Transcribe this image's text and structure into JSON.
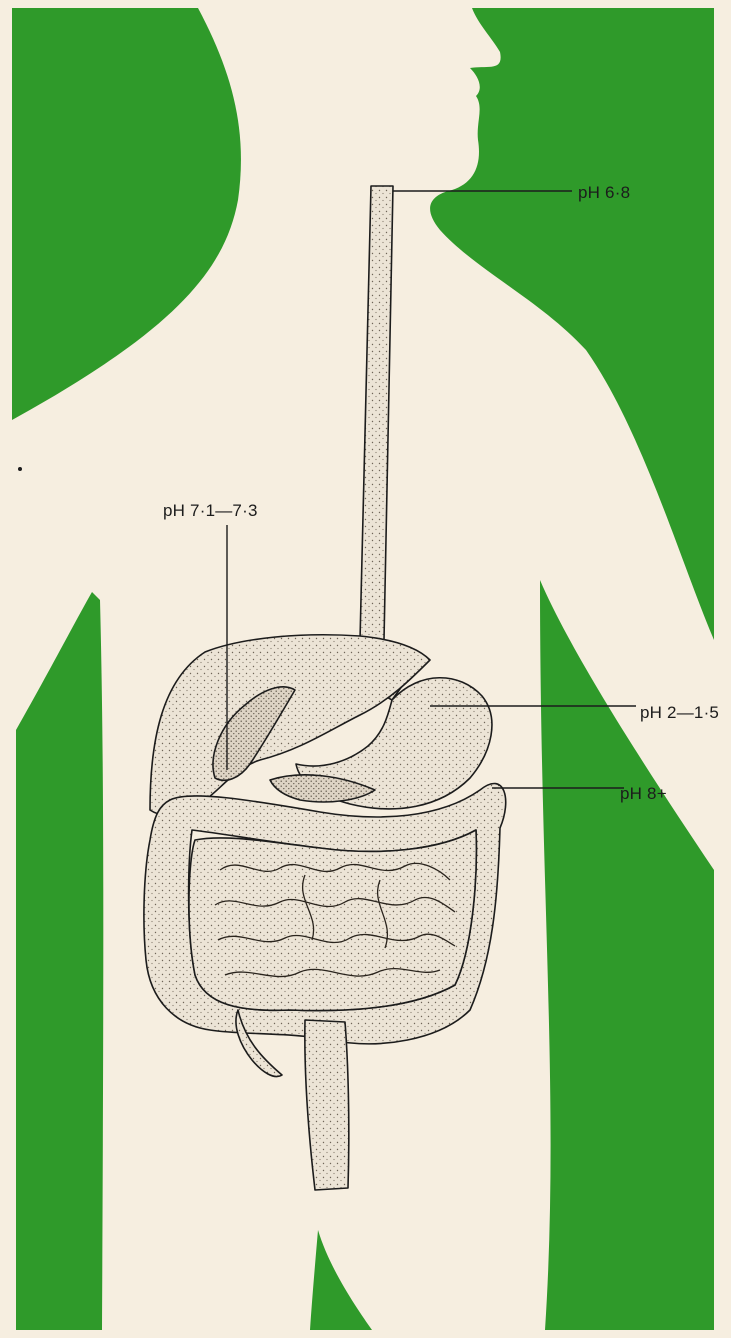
{
  "colors": {
    "background": "#f6eee0",
    "silhouette_green": "#2f9a2a",
    "organ_fill": "#e8dfd2",
    "line": "#1c1c1c"
  },
  "labels": {
    "mouth": "pH 6·8",
    "bile_duct": "pH 7·1—7·3",
    "stomach": "pH 2—1·5",
    "duodenum": "pH 8+"
  }
}
